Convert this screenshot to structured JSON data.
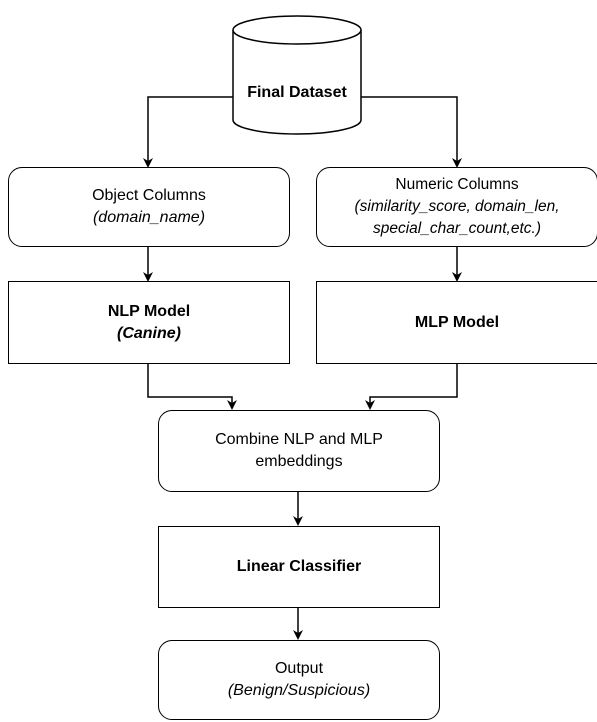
{
  "diagram": {
    "final_dataset": "Final Dataset",
    "object_columns": {
      "title": "Object Columns",
      "detail": "(domain_name)"
    },
    "numeric_columns": {
      "title": "Numeric Columns",
      "detail_line1": "(similarity_score, domain_len,",
      "detail_line2": "special_char_count,etc.)"
    },
    "nlp_model": {
      "title": "NLP Model",
      "detail": "(Canine)"
    },
    "mlp_model": {
      "title": "MLP Model"
    },
    "combine": {
      "line1": "Combine NLP and MLP",
      "line2": "embeddings"
    },
    "linear_classifier": "Linear Classifier",
    "output": {
      "title": "Output",
      "detail": "(Benign/Suspicious)"
    }
  }
}
